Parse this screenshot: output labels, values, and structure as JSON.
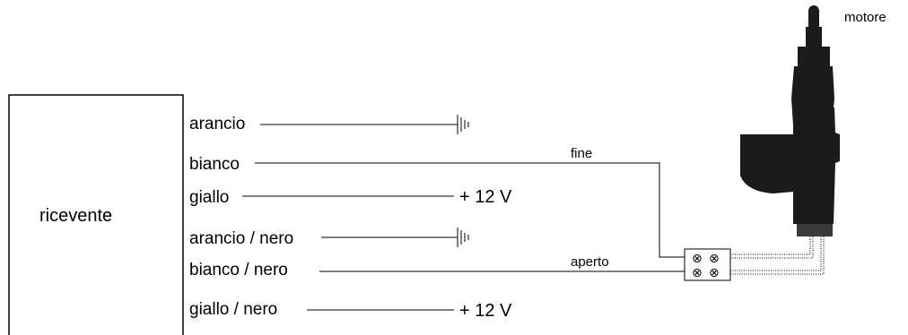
{
  "receiver": {
    "label": "ricevente"
  },
  "motor": {
    "label": "motore"
  },
  "wires": [
    {
      "name": "arancio",
      "end": "ground"
    },
    {
      "name": "bianco",
      "end": "connector",
      "tag": "fine"
    },
    {
      "name": "giallo",
      "end": "voltage",
      "voltage": "+ 12 V"
    },
    {
      "name": "arancio / nero",
      "end": "ground"
    },
    {
      "name": "bianco / nero",
      "end": "connector",
      "tag": "aperto"
    },
    {
      "name": "giallo / nero",
      "end": "voltage",
      "voltage": "+ 12 V"
    }
  ],
  "connector": {
    "terminal_symbol": "⊗"
  }
}
